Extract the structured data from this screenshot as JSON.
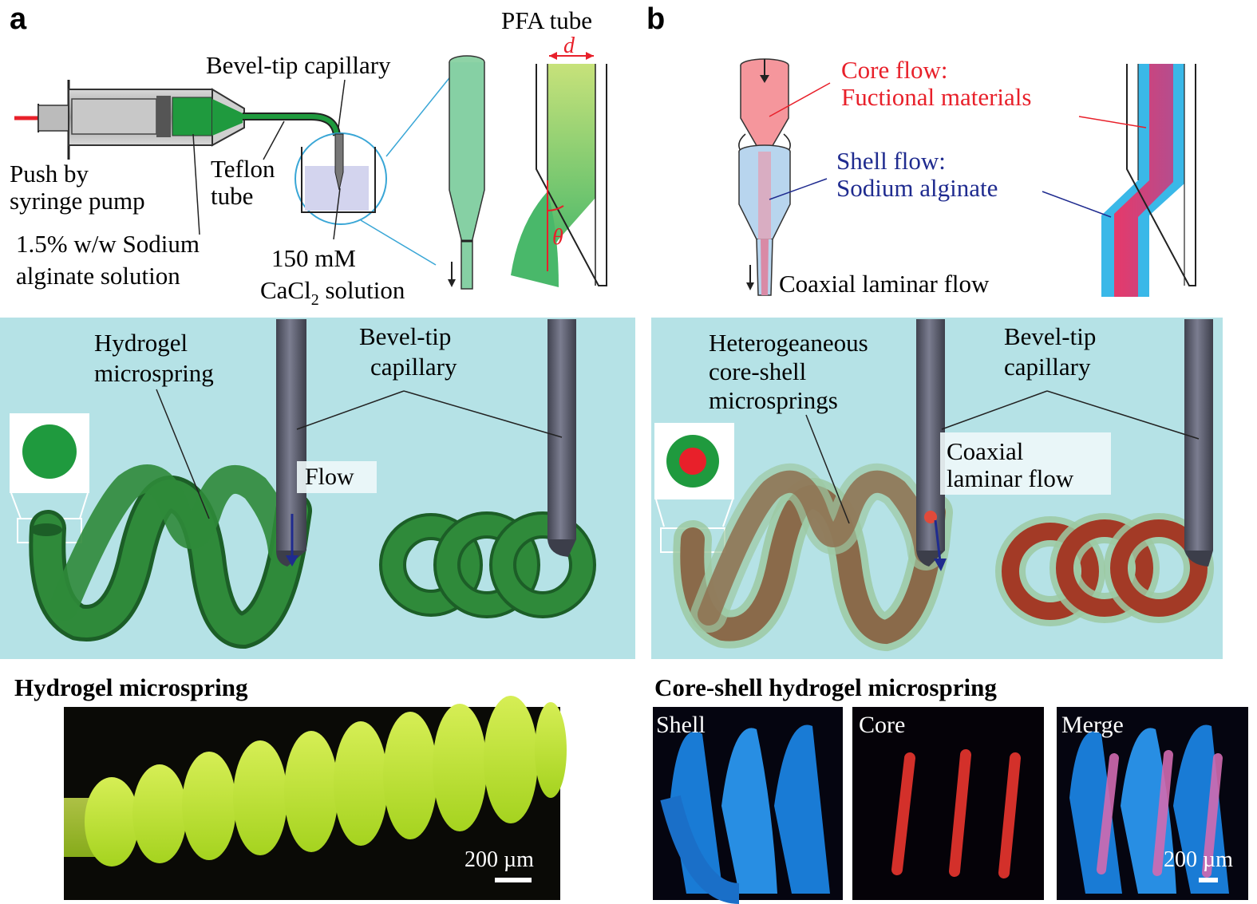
{
  "panel_a": {
    "letter": "a",
    "push_line1": "Push by",
    "push_line2": "syringe pump",
    "alginate_line1": "1.5% w/w Sodium",
    "alginate_line2": "alginate solution",
    "teflon_line1": "Teflon",
    "teflon_line2": "tube",
    "bevel_tip": "Bevel-tip capillary",
    "cacl_line1": "150 mM",
    "cacl_line2_prefix": "CaCl",
    "cacl_line2_sub": "2",
    "cacl_line2_suffix": " solution",
    "pfa_tube": "PFA tube",
    "d_label": "d",
    "theta_label": "θ",
    "hydrogel_line1": "Hydrogel",
    "hydrogel_line2": "microspring",
    "bevel_line1": "Bevel-tip",
    "bevel_line2": "capillary",
    "flow_label": "Flow",
    "photo_title": "Hydrogel microspring",
    "scale_bar": "200 µm"
  },
  "panel_b": {
    "letter": "b",
    "core_line1": "Core flow:",
    "core_line2": "Fuctional materials",
    "shell_line1": "Shell flow:",
    "shell_line2": "Sodium alginate",
    "coaxial_label": "Coaxial laminar flow",
    "hetero_line1": "Heterogeaneous",
    "hetero_line2": "core-shell",
    "hetero_line3": "microsprings",
    "bevel_line1": "Bevel-tip",
    "bevel_line2": "capillary",
    "coax_line1": "Coaxial",
    "coax_line2": "laminar flow",
    "photo_title": "Core-shell hydrogel microspring",
    "shell_tag": "Shell",
    "core_tag": "Core",
    "merge_tag": "Merge",
    "scale_bar": "200 µm"
  },
  "colors": {
    "red_text": "#e8202a",
    "blue_text": "#1f2b8f",
    "panel_bg": "#b5e2e6",
    "gel_green": "#2f8a3a",
    "photo_green": "#b4dc30",
    "capillary_gray": "#5b5d70"
  }
}
